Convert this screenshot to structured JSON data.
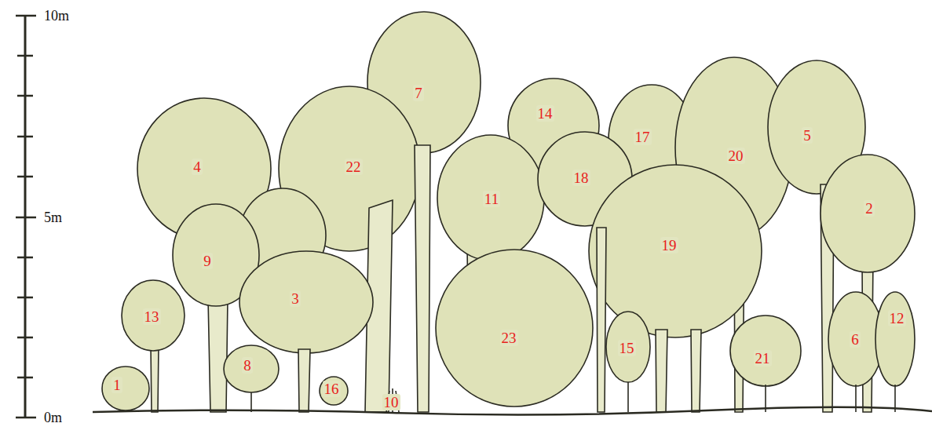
{
  "diagram": {
    "labels": [
      "10m",
      "5m",
      "0m",
      "1",
      "2",
      "3",
      "4",
      "5",
      "6",
      "7",
      "8",
      "9",
      "10",
      "11",
      "12",
      "13",
      "14",
      "15",
      "16",
      "17",
      "18",
      "19",
      "20",
      "21",
      "22",
      "23"
    ]
  }
}
